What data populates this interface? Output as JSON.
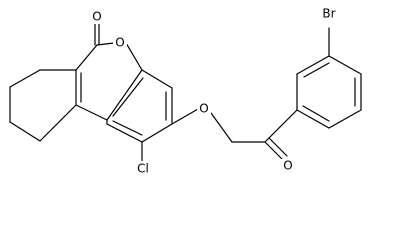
{
  "molecule": {
    "atoms": {
      "carbonyl_oxygen_lactone": "O",
      "ring_oxygen": "O",
      "ether_oxygen": "O",
      "ketone_oxygen": "O",
      "chlorine": "Cl",
      "bromine": "Br"
    }
  }
}
